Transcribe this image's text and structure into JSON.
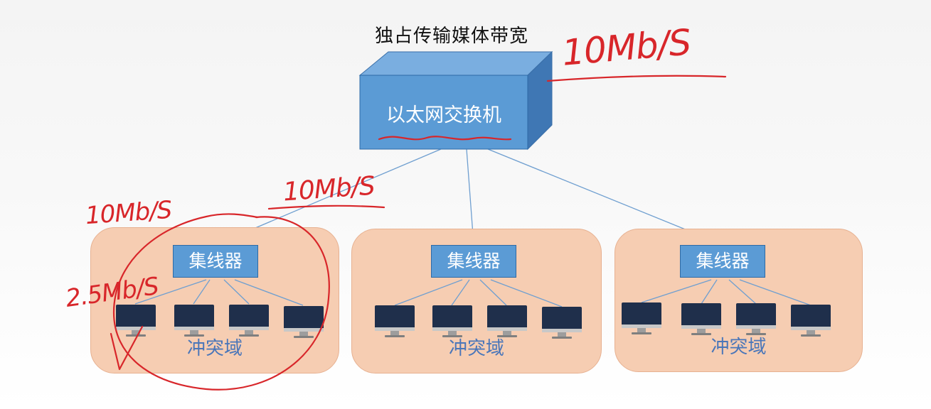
{
  "title": "独占传输媒体带宽",
  "switch": {
    "label": "以太网交换机"
  },
  "domains": [
    {
      "hub_label": "集线器",
      "domain_label": "冲突域",
      "pc_count": 4
    },
    {
      "hub_label": "集线器",
      "domain_label": "冲突域",
      "pc_count": 4
    },
    {
      "hub_label": "集线器",
      "domain_label": "冲突域",
      "pc_count": 4
    }
  ],
  "annotations": {
    "switch_bandwidth": "10Mb/S",
    "link_bandwidth": "10Mb/S",
    "hub_bandwidth": "10Mb/S",
    "shared_bandwidth": "2.5Mb/S"
  },
  "colors": {
    "switch_front": "#5b9bd5",
    "switch_top": "#7aaee0",
    "switch_side": "#3f77b4",
    "domain_fill": "#f6cdb2",
    "hub_fill": "#5b9bd5",
    "link_line": "#6f9fd0",
    "ink_red": "#d8262a",
    "domain_label": "#4a76b9"
  }
}
